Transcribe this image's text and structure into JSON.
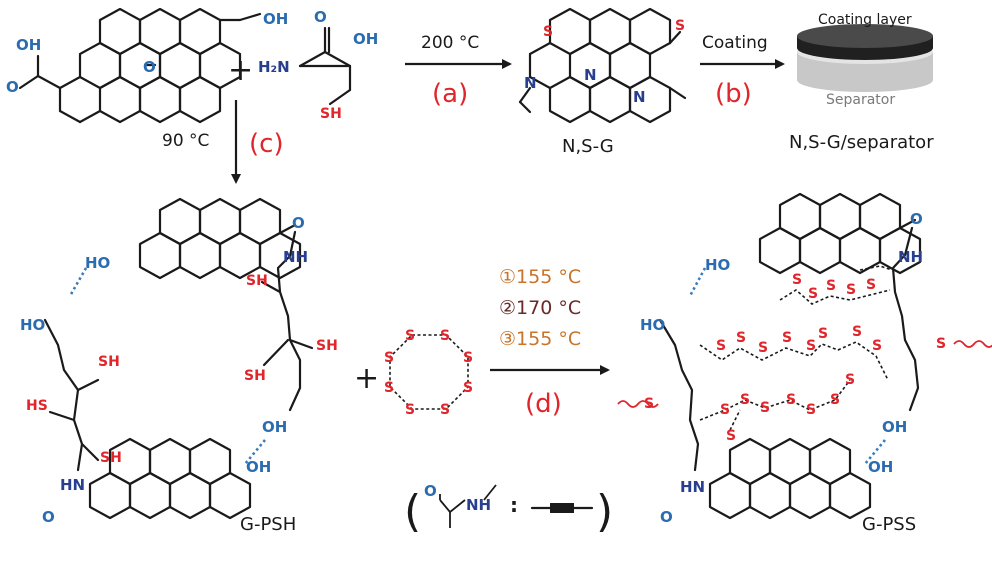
{
  "arrows": {
    "a_condition": "200 °C",
    "a_label": "(a)",
    "b_condition": "Coating",
    "b_label": "(b)",
    "c_condition": "90 °C",
    "c_label": "(c)",
    "d_label": "(d)",
    "d_steps": [
      {
        "text": "①155 °C",
        "color": "#c8742a"
      },
      {
        "text": "②170 °C",
        "color": "#6b2a2a"
      },
      {
        "text": "③155 °C",
        "color": "#c8742a"
      }
    ]
  },
  "products": {
    "nsg_name": "N,S-G",
    "separator_product_name": "N,S-G/separator",
    "gpsh_name": "G-PSH",
    "gpss_name": "G-PSS"
  },
  "separator_stack": {
    "coating_label": "Coating layer",
    "separator_label": "Separator"
  },
  "atoms": {
    "oh": "OH",
    "o": "O",
    "h2n": "H₂N",
    "sh": "SH",
    "hs": "HS",
    "n": "N",
    "nh": "NH",
    "hn": "HN",
    "s": "S",
    "ho": "HO"
  },
  "legend": {
    "bracket_left": "(",
    "bracket_right": ")",
    "o_atom": "O",
    "nh_atom": "NH",
    "colon": ":"
  },
  "plus_sign": "+",
  "colors": {
    "oxygen": "#2b6cb0",
    "nitrogen": "#283e8f",
    "sulfur": "#e0262b",
    "step_label_red": "#e0262b",
    "bond": "#1a1a1a"
  }
}
